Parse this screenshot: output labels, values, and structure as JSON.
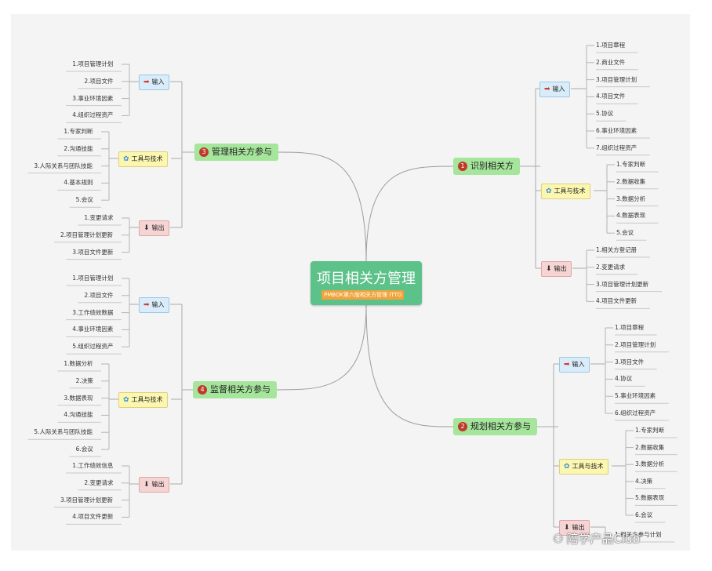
{
  "root": {
    "title": "项目相关方管理",
    "tag": "PMBOK第六版相关方管理 ITTO"
  },
  "categories": {
    "input": "输入",
    "tools": "工具与技术",
    "output": "输出"
  },
  "branches": {
    "identify": {
      "number": "1",
      "label": "识别相关方",
      "inputs": [
        "1.项目章程",
        "2.商业文件",
        "3.项目管理计划",
        "4.项目文件",
        "5.协议",
        "6.事业环境因素",
        "7.组织过程资产"
      ],
      "tools": [
        "1.专家判断",
        "2.数据收集",
        "3.数据分析",
        "4.数据表现",
        "5.会议"
      ],
      "outputs": [
        "1.相关方登记册",
        "2.变更请求",
        "3.项目管理计划更新",
        "4.项目文件更新"
      ]
    },
    "plan": {
      "number": "2",
      "label": "规划相关方参与",
      "inputs": [
        "1.项目章程",
        "2.项目管理计划",
        "3.项目文件",
        "4.协议",
        "5.事业环境因素",
        "6.组织过程资产"
      ],
      "tools": [
        "1.专家判断",
        "2.数据收集",
        "3.数据分析",
        "4.决策",
        "5.数据表现",
        "6.会议"
      ],
      "outputs": [
        "1.相关方参与计划"
      ]
    },
    "manage": {
      "number": "3",
      "label": "管理相关方参与",
      "inputs": [
        "1.项目管理计划",
        "2.项目文件",
        "3.事业环境因素",
        "4.组织过程资产"
      ],
      "tools": [
        "1.专家判断",
        "2.沟通技能",
        "3.人际关系与团队技能",
        "4.基本规则",
        "5.会议"
      ],
      "outputs": [
        "1.变更请求",
        "2.项目管理计划更新",
        "3.项目文件更新"
      ]
    },
    "monitor": {
      "number": "4",
      "label": "监督相关方参与",
      "inputs": [
        "1.项目管理计划",
        "2.项目文件",
        "3.工作绩效数据",
        "4.事业环境因素",
        "5.组织过程资产"
      ],
      "tools": [
        "1.数据分析",
        "2.决策",
        "3.数据表现",
        "4.沟通技能",
        "5.人际关系与团队技能",
        "6.会议"
      ],
      "outputs": [
        "1.工作绩效信息",
        "2.变更请求",
        "3.项目管理计划更新",
        "4.项目文件更新"
      ]
    }
  },
  "icons": {
    "input": "arrow-left-icon",
    "tools": "gear-icon",
    "output": "arrow-down-icon"
  },
  "watermark": "陪学产品Club",
  "colors": {
    "root": "#5cc28a",
    "branch": "#a6e59c",
    "number_badge": "#c0392b",
    "tag": "#f0a33a"
  }
}
